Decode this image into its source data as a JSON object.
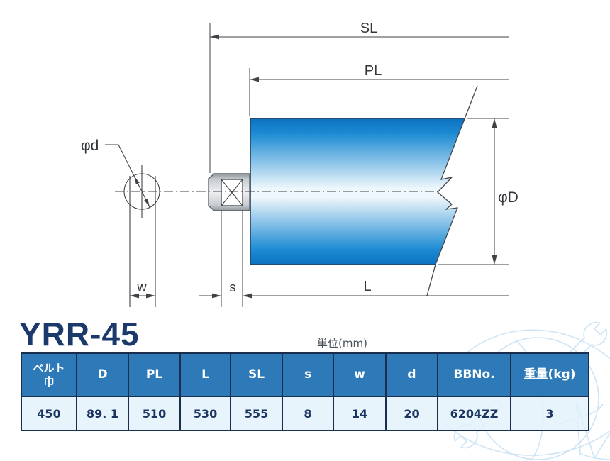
{
  "title": "YRR-45",
  "unit_label": "単位(mm)",
  "diagram": {
    "dim_labels": {
      "sl": "SL",
      "pl": "PL",
      "l": "L",
      "s": "s",
      "w": "w",
      "shaft_dia": "φd",
      "roller_dia": "φD"
    },
    "colors": {
      "roller_blue_dark": "#0d72c0",
      "roller_blue_mid": "#1b8ad3",
      "roller_blue_light": "#eff7fc",
      "roller_edge": "#24435d",
      "drawing_line": "#3f4246",
      "housing_gray": "#c6ccd1"
    }
  },
  "table": {
    "columns": [
      "ベルト\n巾",
      "D",
      "PL",
      "L",
      "SL",
      "s",
      "w",
      "d",
      "BBNo.",
      "重量(kg)"
    ],
    "rows": [
      [
        "450",
        "89. 1",
        "510",
        "530",
        "555",
        "8",
        "14",
        "20",
        "6204ZZ",
        "3"
      ]
    ],
    "colors": {
      "header_bg": "#2e79b7",
      "header_text": "#ffffff",
      "row_bg": "#e2f1fb",
      "row_text": "#1b3560",
      "border": "#1a2f4d"
    }
  },
  "title_color": "#1b3a6b",
  "watermark_color": "#cfe4f4"
}
